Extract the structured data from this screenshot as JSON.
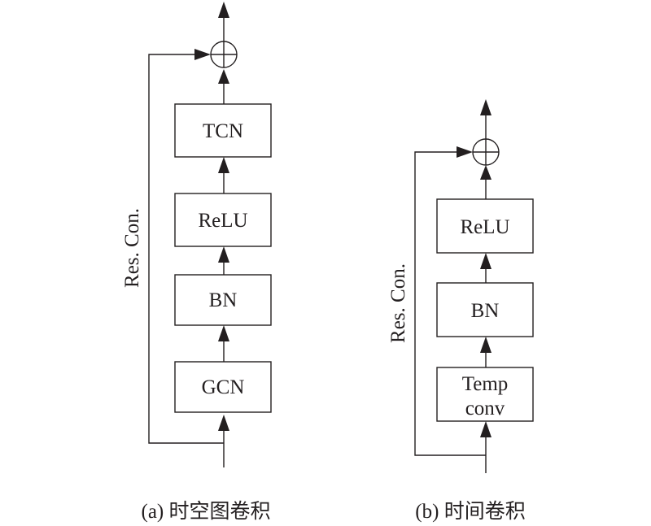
{
  "diagram_a": {
    "blocks": [
      "TCN",
      "ReLU",
      "BN",
      "GCN"
    ],
    "residual_label": "Res. Con.",
    "caption": "(a) 时空图卷积"
  },
  "diagram_b": {
    "blocks": [
      "ReLU",
      "BN"
    ],
    "temp_block": [
      "Temp",
      "conv"
    ],
    "residual_label": "Res. Con.",
    "caption": "(b) 时间卷积"
  },
  "colors": {
    "stroke": "#231f20",
    "background": "#ffffff"
  }
}
